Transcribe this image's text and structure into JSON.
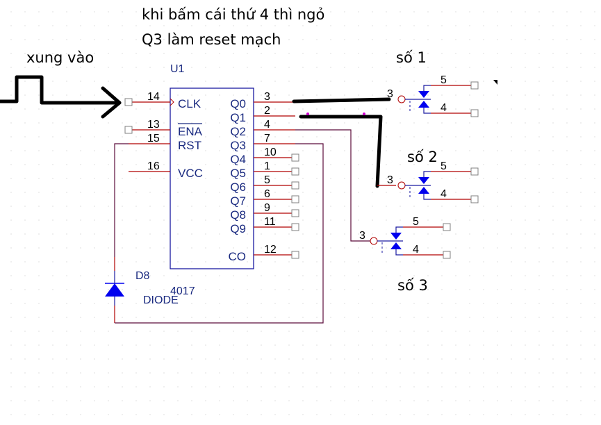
{
  "annotations": {
    "note_line1": "khi bấm cái thứ 4 thì ngỏ",
    "note_line2": "Q3 làm reset mạch",
    "input_label": "xung vào",
    "display1": "số 1",
    "display2": "số 2",
    "display3": "số 3"
  },
  "ic": {
    "refdes": "U1",
    "part": "4017",
    "left_pins": [
      {
        "name": "CLK",
        "num": "14"
      },
      {
        "name": "ENA",
        "num": "13",
        "overbar": true
      },
      {
        "name": "RST",
        "num": "15"
      },
      {
        "name": "VCC",
        "num": "16"
      }
    ],
    "right_pins": [
      {
        "name": "Q0",
        "num": "3"
      },
      {
        "name": "Q1",
        "num": "2"
      },
      {
        "name": "Q2",
        "num": "4"
      },
      {
        "name": "Q3",
        "num": "7"
      },
      {
        "name": "Q4",
        "num": "10"
      },
      {
        "name": "Q5",
        "num": "1"
      },
      {
        "name": "Q6",
        "num": "5"
      },
      {
        "name": "Q7",
        "num": "6"
      },
      {
        "name": "Q8",
        "num": "9"
      },
      {
        "name": "Q9",
        "num": "11"
      },
      {
        "name": "CO",
        "num": "12"
      }
    ]
  },
  "diode": {
    "refdes": "D8",
    "value": "DIODE"
  },
  "switches": [
    {
      "pin_in": "3",
      "pin_top": "5",
      "pin_bottom": "4"
    },
    {
      "pin_in": "3",
      "pin_top": "5",
      "pin_bottom": "4"
    },
    {
      "pin_in": "3",
      "pin_top": "5",
      "pin_bottom": "4"
    }
  ],
  "colors": {
    "wire_red": "#b00000",
    "wire_purple": "#5a0a3a",
    "component_blue": "#1a1aa0",
    "symbol_blue": "#0000ee",
    "hand_drawn": "#000000",
    "port_gray": "#808080"
  }
}
